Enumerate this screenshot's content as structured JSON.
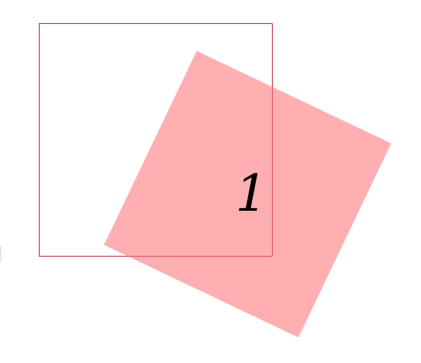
{
  "canvas": {
    "background": "#ffffff"
  },
  "shapes": {
    "outline_square": {
      "stroke_color": "#b01020",
      "fill": "none"
    },
    "rotated_square": {
      "fill_color": "#ff6e73",
      "opacity": 0.55,
      "label": "1"
    }
  },
  "edge_mark": {
    "text": "l",
    "color": "#e0e0e0"
  }
}
